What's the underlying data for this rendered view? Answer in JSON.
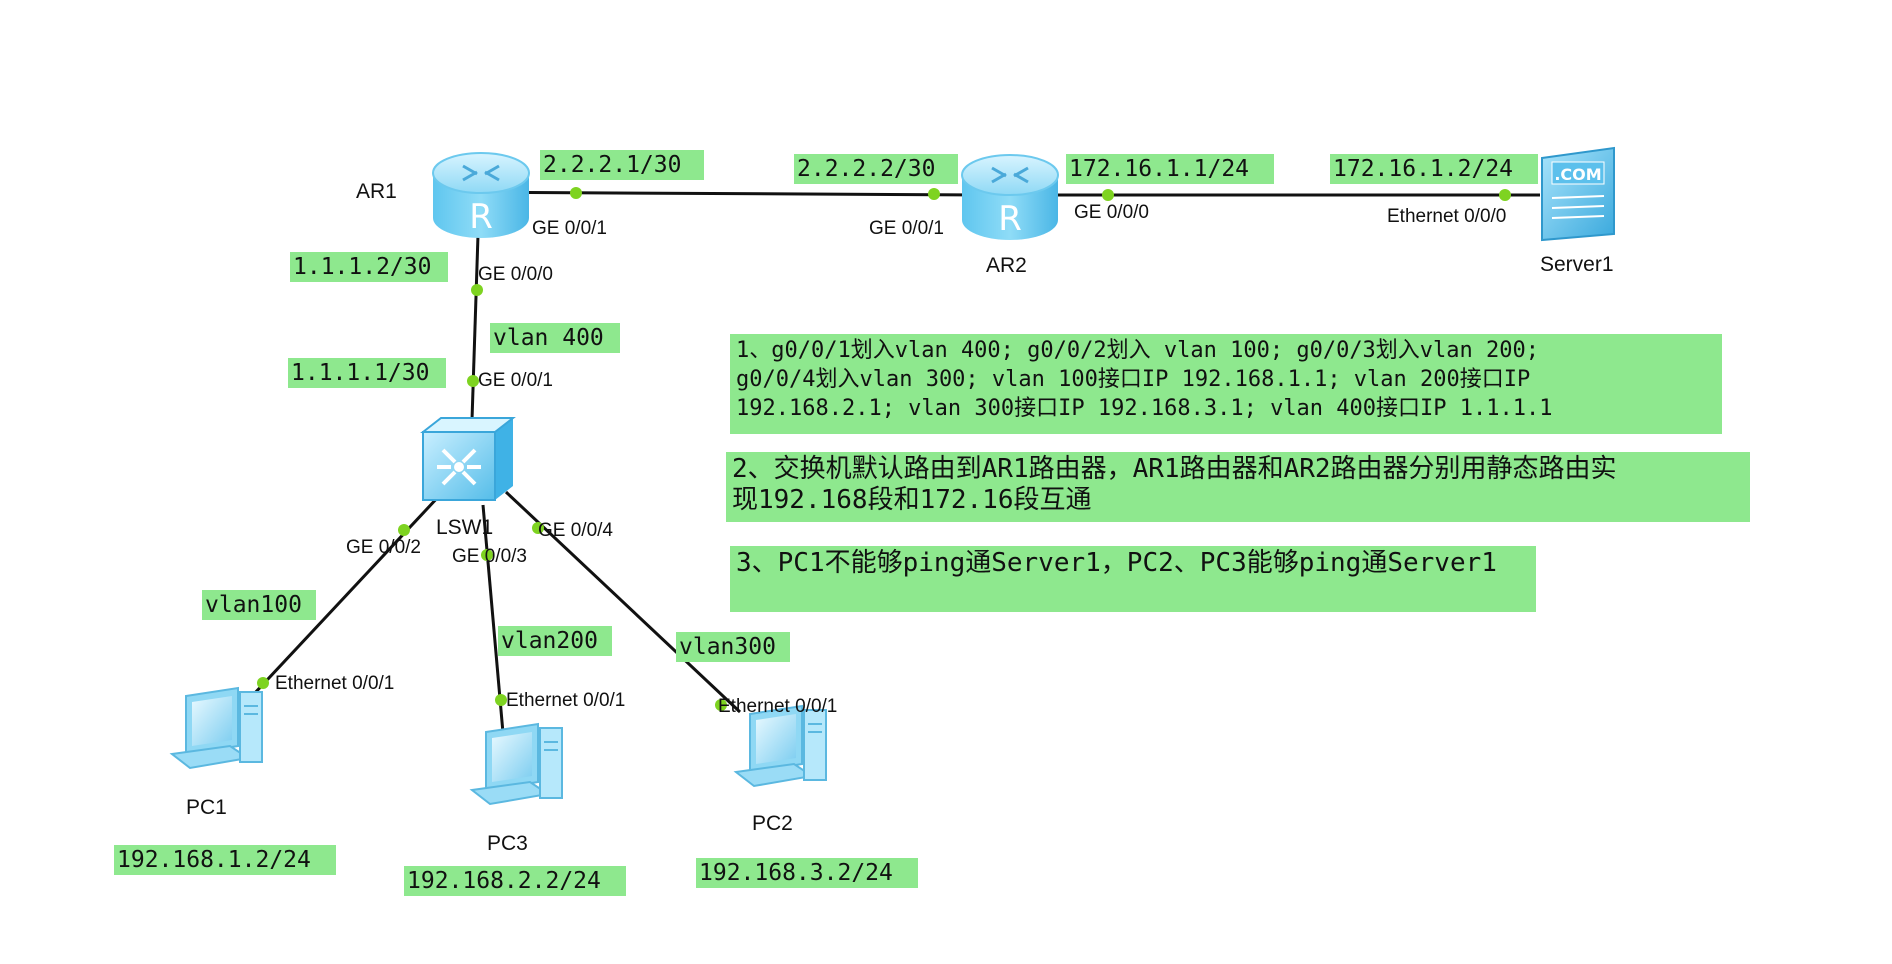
{
  "devices": {
    "ar1": "AR1",
    "ar2": "AR2",
    "server1": "Server1",
    "lsw1": "LSW1",
    "pc1": "PC1",
    "pc2": "PC2",
    "pc3": "PC3",
    "server_badge": ".COM",
    "router_letter": "R"
  },
  "ports": {
    "ar1_ge001": "GE 0/0/1",
    "ar1_ge000": "GE 0/0/0",
    "ar2_ge001": "GE 0/0/1",
    "ar2_ge000": "GE 0/0/0",
    "server_eth": "Ethernet 0/0/0",
    "lsw_ge001": "GE 0/0/1",
    "lsw_ge002": "GE 0/0/2",
    "lsw_ge003": "GE 0/0/3",
    "lsw_ge004": "GE 0/0/4",
    "pc1_eth": "Ethernet 0/0/1",
    "pc3_eth": "Ethernet 0/0/1",
    "pc2_eth": "Ethernet 0/0/1"
  },
  "labels": {
    "ip_ar1_ge001": "2.2.2.1/30",
    "ip_ar2_ge001": "2.2.2.2/30",
    "ip_ar2_ge000": "172.16.1.1/24",
    "ip_server": "172.16.1.2/24",
    "ip_ar1_ge000": "1.1.1.2/30",
    "vlan400": "vlan 400",
    "ip_lsw_ge001": "1.1.1.1/30",
    "vlan100": "vlan100",
    "vlan200": "vlan200",
    "vlan300": "vlan300",
    "ip_pc1": "192.168.1.2/24",
    "ip_pc3": "192.168.2.2/24",
    "ip_pc2": "192.168.3.2/24"
  },
  "notes": {
    "note1": "1、g0/0/1划入vlan 400; g0/0/2划入 vlan 100; g0/0/3划入vlan 200;\ng0/0/4划入vlan 300; vlan 100接口IP 192.168.1.1; vlan 200接口IP\n192.168.2.1; vlan 300接口IP 192.168.3.1; vlan 400接口IP 1.1.1.1",
    "note2": "2、交换机默认路由到AR1路由器，AR1路由器和AR2路由器分别用静态路由实\n现192.168段和172.16段互通",
    "note3": "3、PC1不能够ping通Server1，PC2、PC3能够ping通Server1"
  },
  "colors": {
    "highlight": "#8ee88e",
    "link": "#111111",
    "port_dot": "#7ed321",
    "device_blue": "#7fd0f0"
  },
  "icons": {
    "router": "router-icon",
    "switch": "switch-icon",
    "server": "server-icon",
    "pc": "pc-icon"
  }
}
